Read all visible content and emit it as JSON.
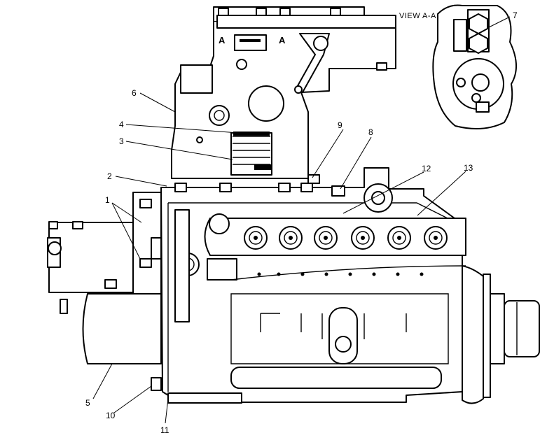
{
  "figure": {
    "view_label": "VIEW A-A",
    "plate_label": "A",
    "plate_label_2": "A",
    "callouts": [
      "1",
      "2",
      "3",
      "4",
      "5",
      "6",
      "7",
      "8",
      "9",
      "10",
      "11",
      "12",
      "13"
    ]
  }
}
